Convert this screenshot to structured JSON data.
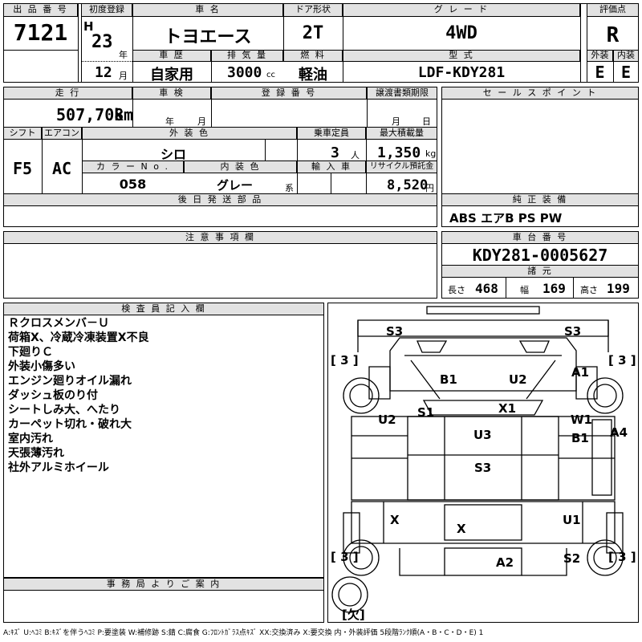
{
  "headers": {
    "lot_no": "出 品 番 号",
    "first_reg": "初度登録",
    "car_name": "車 名",
    "door": "ドア形状",
    "grade": "グ レ ー ド",
    "score": "評価点",
    "history": "車 歴",
    "displacement": "排 気 量",
    "fuel": "燃 料",
    "model": "型 式",
    "exterior": "外装",
    "interior": "内装",
    "mileage": "走 行",
    "inspection": "車 検",
    "reg_no": "登 録 番 号",
    "transfer_deadline": "譲渡書類期限",
    "sales_point": "セ ー ル ス ポ イ ン ト",
    "shift": "シフト",
    "aircon": "エアコン",
    "ext_color": "外 装 色",
    "capacity": "乗車定員",
    "max_load": "最大積載量",
    "color_no": "カ ラ ー N o .",
    "int_color": "内 装 色",
    "import": "輸 入 車",
    "recycle": "リサイクル預託金",
    "later_parts": "後 日 発 送 部 品",
    "genuine": "純 正 装 備",
    "caution": "注 意 事 項 欄",
    "chassis": "車 台 番 号",
    "specs": "諸 元",
    "inspector": "検 査 員 記 入 欄",
    "office": "事 務 局 よ り ご 案 内"
  },
  "values": {
    "lot_no": "7121",
    "era": "H",
    "year_num": "23",
    "year_unit": "年",
    "month_num": "12",
    "month_unit": "月",
    "car_name": "トヨエース",
    "door": "2T",
    "grade": "4WD",
    "score": "R",
    "history": "自家用",
    "displacement": "3000",
    "displacement_unit": "cc",
    "fuel": "軽油",
    "model": "LDF-KDY281",
    "exterior": "E",
    "interior": "E",
    "mileage": "507,708",
    "mileage_unit": "km",
    "insp_year": "年",
    "insp_month": "月",
    "deadline_month": "月",
    "deadline_day": "日",
    "shift": "F5",
    "aircon": "AC",
    "ext_color": "シロ",
    "capacity": "3",
    "capacity_unit": "人",
    "max_load": "1,350",
    "max_load_unit": "kg",
    "color_no": "058",
    "int_color": "グレー",
    "int_color_suffix": "系",
    "recycle": "8,520",
    "recycle_unit": "円",
    "genuine": "ABS エアB PS PW",
    "chassis": "KDY281-0005627",
    "len_label": "長さ",
    "len": "468",
    "wid_label": "幅",
    "wid": "169",
    "hei_label": "高さ",
    "hei": "199"
  },
  "inspector_notes": [
    "Ｒクロスメンバ－Ｕ",
    "荷箱X、冷蔵冷凍装置X不良",
    "下廻りＣ",
    "外装小傷多い",
    "エンジン廻りオイル漏れ",
    "ダッシュ板のり付",
    "シートしみ大、へたり",
    "カーペット切れ・破れ大",
    "室内汚れ",
    "天張薄汚れ",
    "社外アルミホイール"
  ],
  "damage": {
    "s3_tl": "S3",
    "s3_tr": "S3",
    "b3_l": "[ 3 ]",
    "b3_r": "[ 3 ]",
    "b1_top": "B1",
    "u2_top": "U2",
    "a1": "A1",
    "s1": "S1",
    "x1": "X1",
    "u2_left": "U2",
    "w1": "W1",
    "b1_right": "B1",
    "a4": "A4",
    "u3": "U3",
    "s3_mid": "S3",
    "x_left": "X",
    "x_center": "X",
    "u1": "U1",
    "b3_bl": "[ 3 ]",
    "a2": "A2",
    "s2": "S2",
    "b3_br": "[ 3 ]",
    "ketsu": "[欠]"
  },
  "legend": "A:ｷｽﾞ U:ﾍｺﾐ B:ｷｽﾞを伴うﾍｺﾐ P:要塗装 W:補修跡 S:錆 C:腐食 G:ﾌﾛﾝﾄｶﾞﾗｽ点ｷｽﾞ XX:交換済み X:要交換 内・外装評価 5段階ﾗﾝｸ順(A・B・C・D・E) 1"
}
